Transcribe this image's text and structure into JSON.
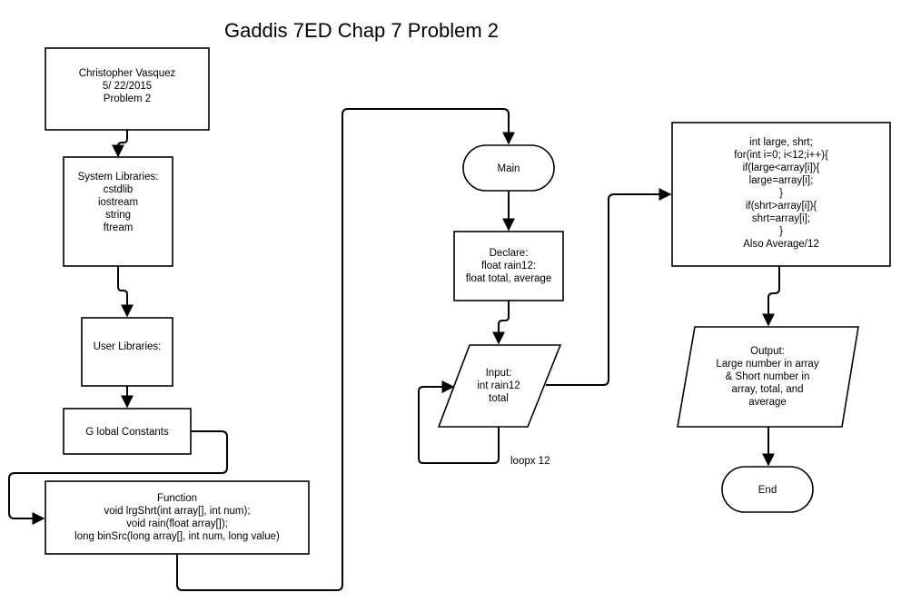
{
  "title": "Gaddis 7ED Chap 7 Problem 2",
  "nodes": {
    "header": [
      "Christopher Vasquez",
      "5/ 22/2015",
      "Problem 2"
    ],
    "system_libraries": [
      "System Libraries:",
      "cstdlib",
      "iostream",
      "string",
      "ftream"
    ],
    "user_libraries": [
      "User Libraries:"
    ],
    "global_constants": [
      "G lobal Constants"
    ],
    "functions": [
      "Function",
      "void lrgShrt(int array[], int num);",
      "void rain(float array[]);",
      "long binSrc(long array[], int num, long value)"
    ],
    "main": [
      "Main"
    ],
    "declare": [
      "Declare:",
      "float rain12:",
      "float total, average"
    ],
    "input": [
      "Input:",
      "int rain12",
      "total"
    ],
    "process": [
      "int large, shrt;",
      "for(int i=0; i<12;i++){",
      "if(large<array[i]){",
      "large=array[i];",
      "}",
      "if(shrt>array[i]){",
      "shrt=array[i];",
      "}",
      "Also Average/12"
    ],
    "output": [
      "Output:",
      "Large number in array",
      "& Short number in",
      "array, total, and",
      "average"
    ],
    "end": [
      "End"
    ]
  },
  "loop_label": "loopx 12",
  "colors": {
    "stroke": "#000000",
    "fill": "#ffffff",
    "text": "#000000"
  }
}
